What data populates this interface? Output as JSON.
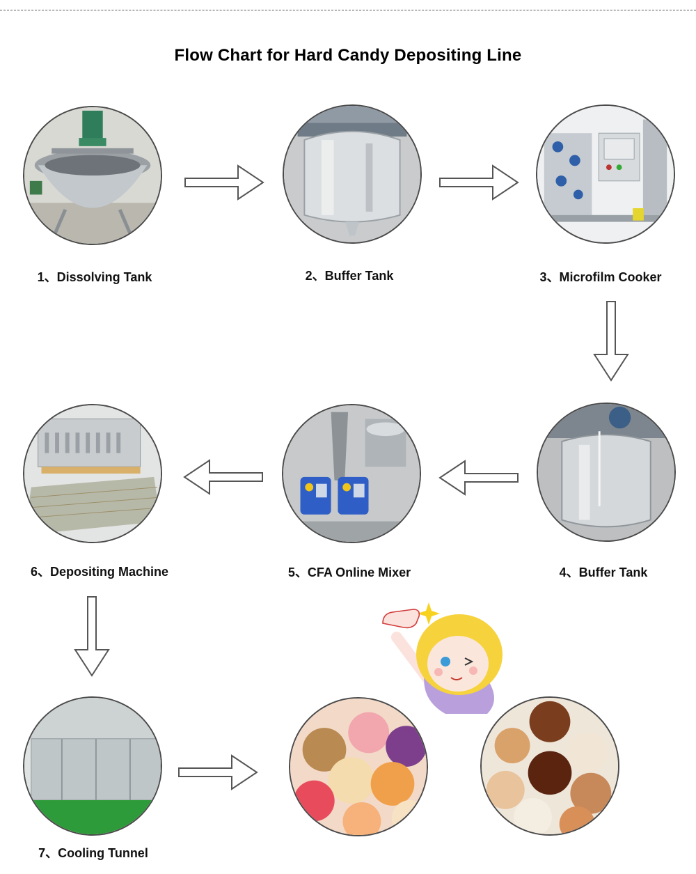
{
  "title": "Flow Chart for Hard Candy Depositing Line",
  "steps": [
    {
      "label": "1、Dissolving Tank",
      "icon": "dissolving-tank-photo"
    },
    {
      "label": "2、Buffer Tank",
      "icon": "buffer-tank-photo"
    },
    {
      "label": "3、Microfilm Cooker",
      "icon": "microfilm-cooker-photo"
    },
    {
      "label": "4、Buffer Tank",
      "icon": "buffer-tank-photo"
    },
    {
      "label": "5、CFA Online Mixer",
      "icon": "cfa-online-mixer-photo"
    },
    {
      "label": "6、Depositing Machine",
      "icon": "depositing-machine-photo"
    },
    {
      "label": "7、Cooling Tunnel",
      "icon": "cooling-tunnel-photo"
    }
  ],
  "products": [
    {
      "icon": "colorful-hard-candies-photo"
    },
    {
      "icon": "caramel-hard-candies-photo"
    }
  ],
  "decoration": {
    "icon": "thumbs-up-girl-illustration"
  },
  "colors": {
    "outline": "#4a4a4a",
    "arrow_stroke": "#555555",
    "steel": "#c9cdd1",
    "conveyor_green": "#2e9b3a"
  }
}
